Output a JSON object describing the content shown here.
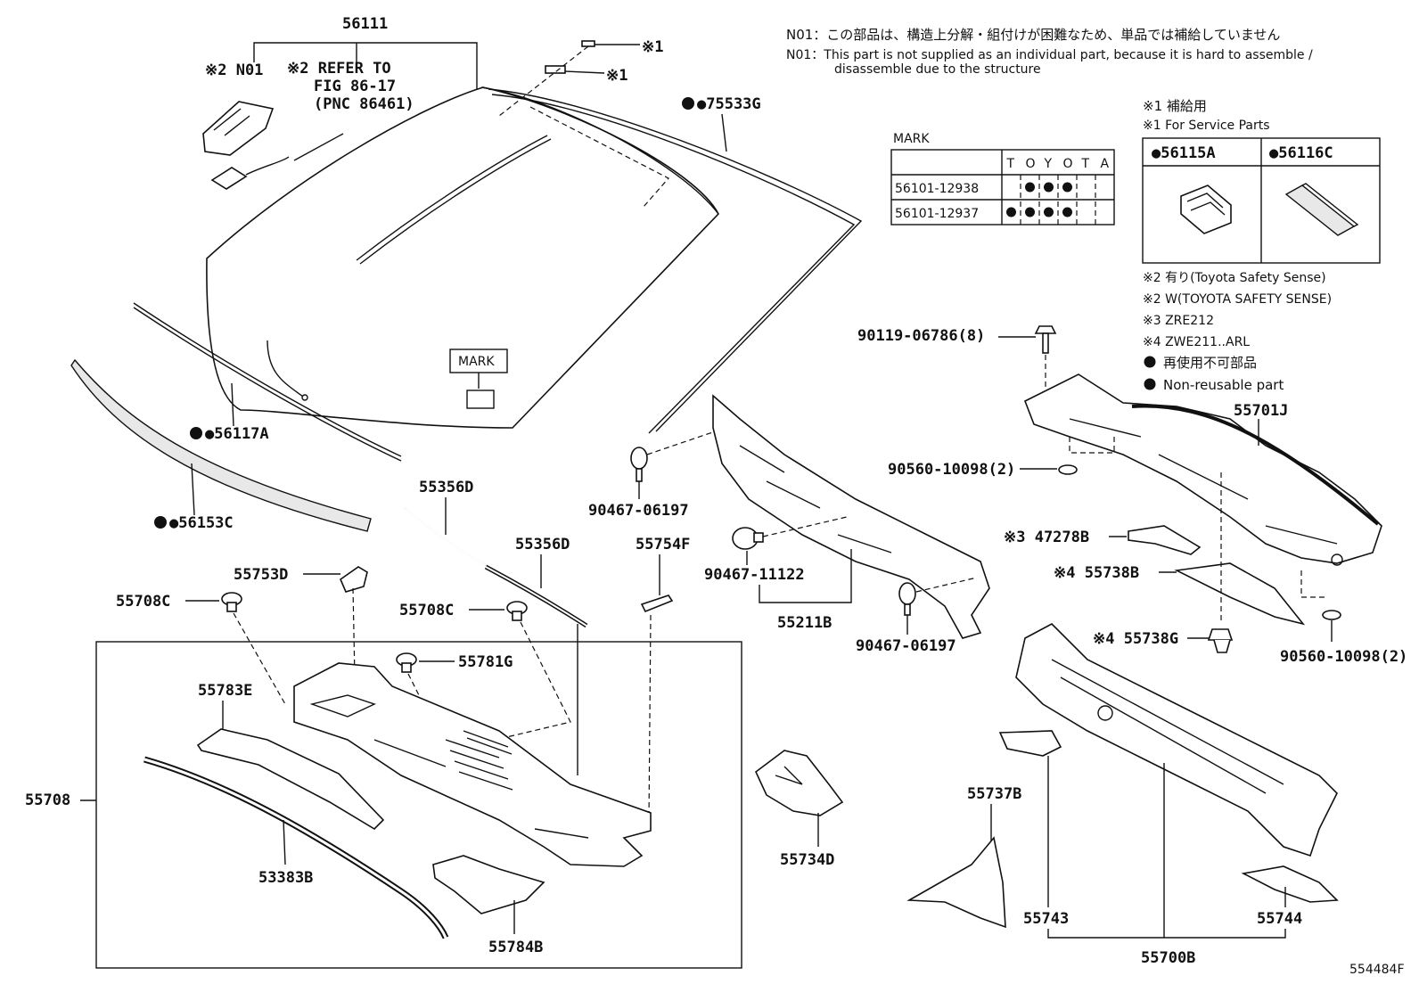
{
  "figure_code": "554484F",
  "notes": {
    "n01_ja": "N01：この部品は、構造上分解・組付けが困難なため、単品では補給していません",
    "n01_en_1": "N01：This part is not supplied as an individual part, because it is hard to assemble /",
    "n01_en_2": "disassemble due to the structure",
    "s1_ja": "※1 補給用",
    "s1_en": "※1 For Service Parts",
    "s2_ja": "※2 有り(Toyota Safety Sense)",
    "s2_en": "※2 W(TOYOTA SAFETY SENSE)",
    "s3": "※3 ZRE212",
    "s4": "※4 ZWE211..ARL",
    "nonreuse_ja": "再使用不可部品",
    "nonreuse_en": "Non-reusable part"
  },
  "mark_table": {
    "title": "MARK",
    "header_letters": [
      "T",
      "O",
      "Y",
      "O",
      "T",
      "A"
    ],
    "rows": [
      {
        "pn": "56101-12938",
        "marks": [
          false,
          true,
          true,
          true,
          false,
          false
        ]
      },
      {
        "pn": "56101-12937",
        "marks": [
          true,
          true,
          true,
          true,
          false,
          false
        ]
      }
    ]
  },
  "service_box": {
    "left": "●56115A",
    "right": "●56116C"
  },
  "labels": {
    "p56111": "56111",
    "n01": "※2 N01",
    "refer_1": "※2 REFER TO",
    "refer_2": "FIG 86-17",
    "refer_3": "(PNC 86461)",
    "s1a": "※1",
    "s1b": "※1",
    "p75533G": "●75533G",
    "mark_tag": "MARK",
    "p56117A": "●56117A",
    "p56153C": "●56153C",
    "p55356D_a": "55356D",
    "p55356D_b": "55356D",
    "p55754F": "55754F",
    "p90467_06197_a": "90467-06197",
    "p90467_11122": "90467-11122",
    "p55211B": "55211B",
    "p90467_06197_b": "90467-06197",
    "p90119": "90119-06786(8)",
    "p90560_a": "90560-10098(2)",
    "p55701J": "55701J",
    "p47278B": "※3 47278B",
    "p55738B": "※4 55738B",
    "p55738G": "※4 55738G",
    "p90560_b": "90560-10098(2)",
    "p55753D": "55753D",
    "p55708C_a": "55708C",
    "p55708C_b": "55708C",
    "p55781G": "55781G",
    "p55783E": "55783E",
    "p55708": "55708",
    "p53383B": "53383B",
    "p55784B": "55784B",
    "p55734D": "55734D",
    "p55737B": "55737B",
    "p55743": "55743",
    "p55744": "55744",
    "p55700B": "55700B"
  }
}
